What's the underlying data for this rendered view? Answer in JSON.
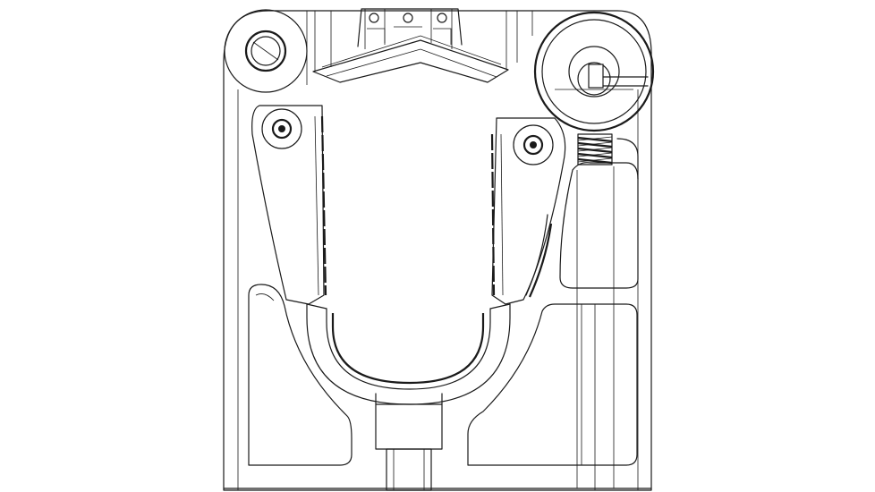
{
  "drawing": {
    "view": "front",
    "line_color": "#1a1a1a",
    "background_color": "#ffffff",
    "components": [
      "housing",
      "u-shaped-yoke",
      "left-roller",
      "right-roller",
      "left-cap-screw",
      "right-cap-screw",
      "spring",
      "top-bracket",
      "bottom-stem"
    ]
  }
}
